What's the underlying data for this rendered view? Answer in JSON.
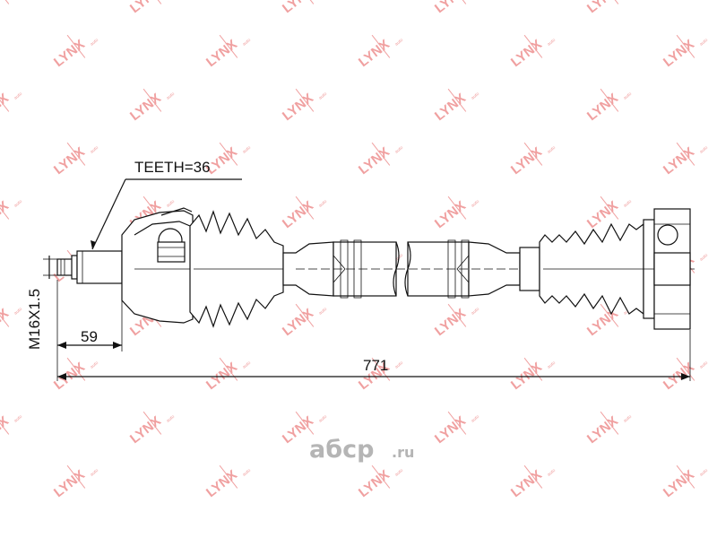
{
  "watermark": {
    "text": "LYNX",
    "sub": "auto"
  },
  "dimensions": {
    "teeth": "TEETH=36",
    "thread": "M16X1.5",
    "spline_length": "59",
    "overall_length": "771"
  },
  "footer": {
    "brand": "aбcp",
    "tld": ".ru"
  },
  "colors": {
    "watermark": "#f0a0a0",
    "line": "#111111",
    "brand": "#b5b5b5"
  }
}
